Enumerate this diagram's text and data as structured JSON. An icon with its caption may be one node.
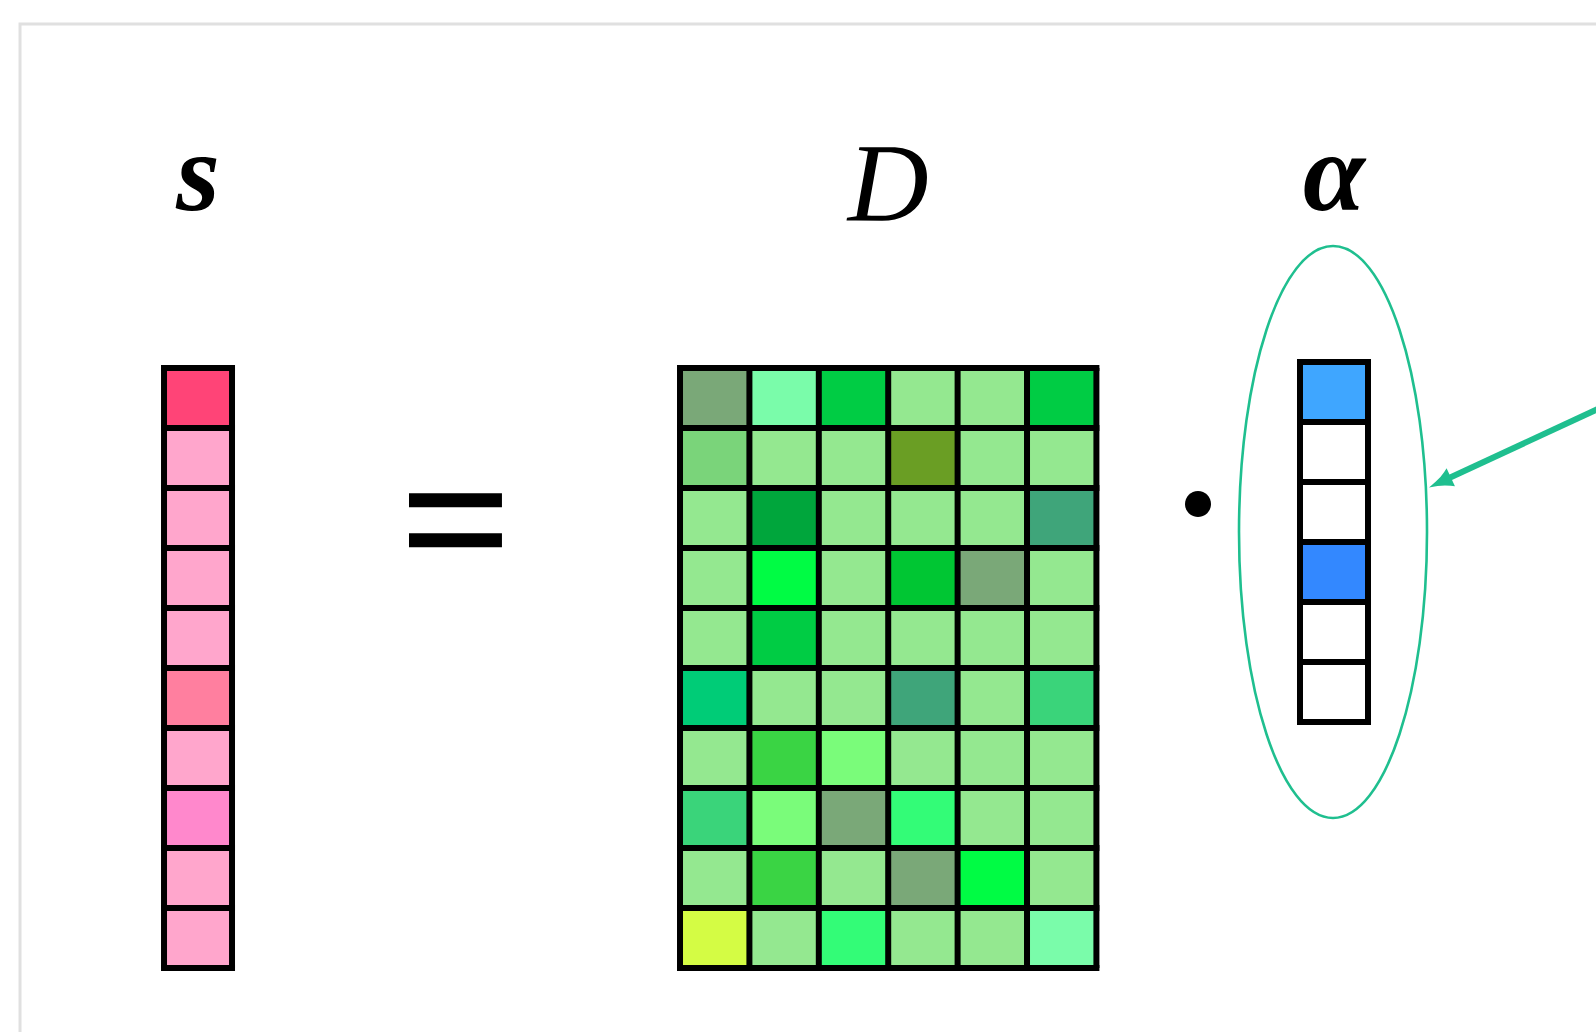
{
  "diagram": {
    "nodes": [
      {
        "text": [
          "s"
        ]
      },
      {
        "text": [
          "D"
        ]
      },
      {
        "text": [],
        "shape": "ellipse"
      },
      {
        "text": [
          "α"
        ],
        "in": 2
      }
    ],
    "edges": [
      {
        "from": null,
        "to": 2,
        "arrow": "to"
      }
    ],
    "labels": [
      "="
    ]
  }
}
